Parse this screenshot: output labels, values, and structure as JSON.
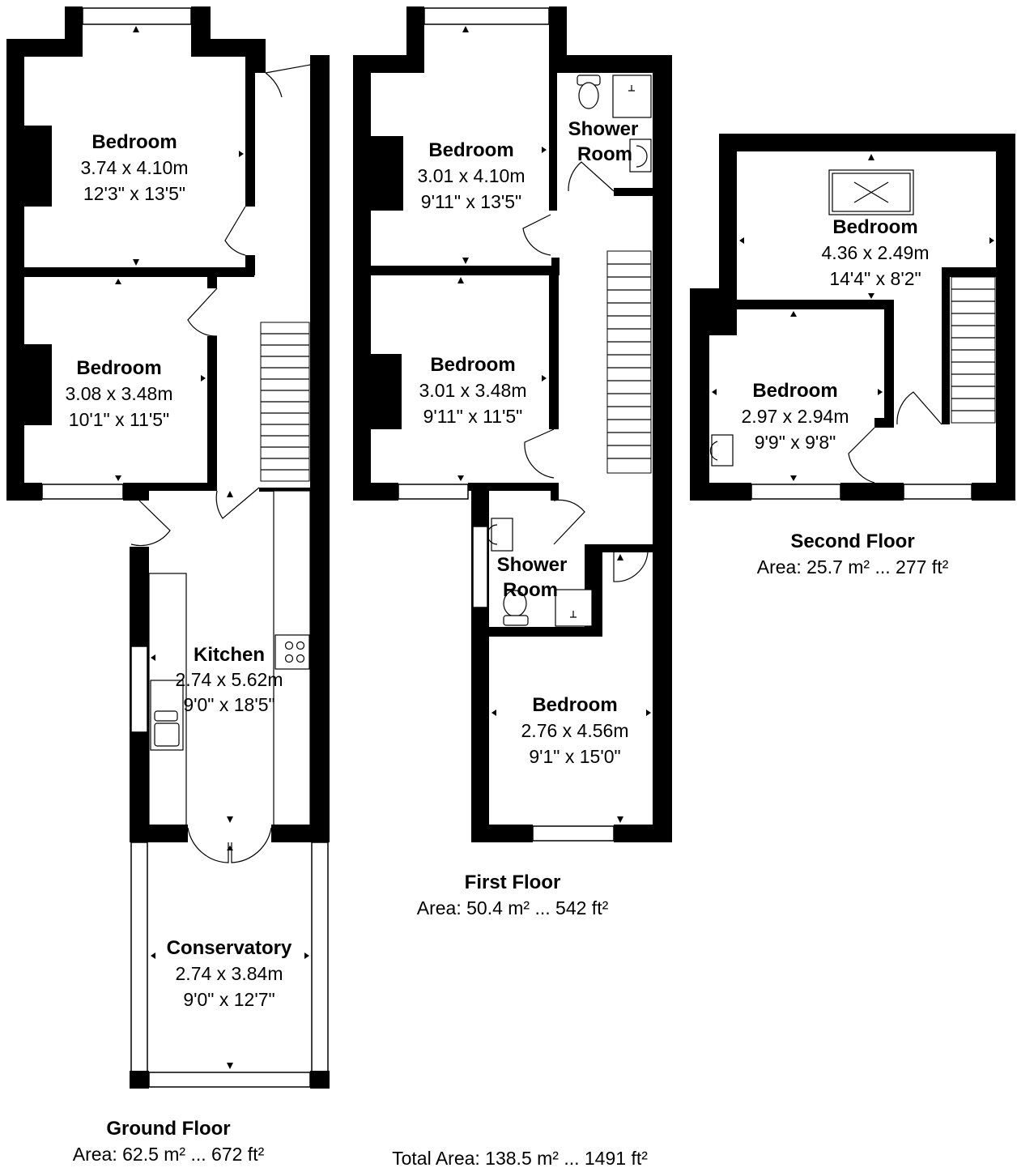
{
  "floors": {
    "ground": {
      "title": "Ground Floor",
      "area": "Area: 62.5 m² ... 672 ft²",
      "rooms": [
        {
          "name": "Bedroom",
          "metric": "3.74 x 4.10m",
          "imperial": "12'3\" x 13'5\""
        },
        {
          "name": "Bedroom",
          "metric": "3.08 x 3.48m",
          "imperial": "10'1\" x 11'5\""
        },
        {
          "name": "Kitchen",
          "metric": "2.74 x 5.62m",
          "imperial": "9'0\" x 18'5\""
        },
        {
          "name": "Conservatory",
          "metric": "2.74 x 3.84m",
          "imperial": "9'0\" x 12'7\""
        }
      ]
    },
    "first": {
      "title": "First Floor",
      "area": "Area: 50.4 m² ... 542 ft²",
      "rooms": [
        {
          "name": "Bedroom",
          "metric": "3.01 x 4.10m",
          "imperial": "9'11\" x 13'5\""
        },
        {
          "name": "Bedroom",
          "metric": "3.01 x 3.48m",
          "imperial": "9'11\" x 11'5\""
        },
        {
          "name": "Bedroom",
          "metric": "2.76 x 4.56m",
          "imperial": "9'1\" x 15'0\""
        },
        {
          "name_line1": "Shower",
          "name_line2": "Room"
        },
        {
          "name_line1": "Shower",
          "name_line2": "Room"
        }
      ]
    },
    "second": {
      "title": "Second Floor",
      "area": "Area: 25.7 m² ... 277 ft²",
      "rooms": [
        {
          "name": "Bedroom",
          "metric": "4.36 x 2.49m",
          "imperial": "14'4\" x 8'2\""
        },
        {
          "name": "Bedroom",
          "metric": "2.97 x 2.94m",
          "imperial": "9'9\" x 9'8\""
        }
      ]
    }
  },
  "total_area": "Total Area: 138.5 m² ... 1491 ft²"
}
